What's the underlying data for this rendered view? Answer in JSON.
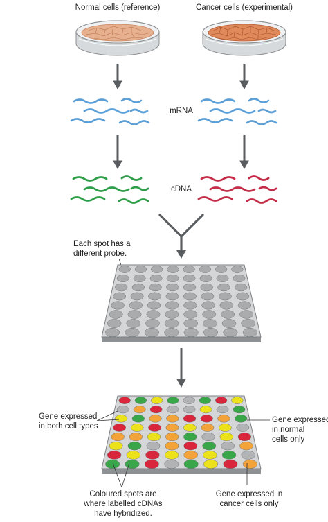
{
  "labels": {
    "normal_cells": "Normal cells (reference)",
    "cancer_cells": "Cancer cells (experimental)",
    "mrna": "mRNA",
    "cdna": "cDNA",
    "probe_line1": "Each spot has a",
    "probe_line2": "different probe.",
    "both_line1": "Gene expressed",
    "both_line2": "in both cell types",
    "normal_only_line1": "Gene expressed",
    "normal_only_line2": "in normal",
    "normal_only_line3": "cells only",
    "coloured_line1": "Coloured spots are",
    "coloured_line2": "where labelled cDNAs",
    "coloured_line3": "have hybridized.",
    "cancer_only_line1": "Gene expressed in",
    "cancer_only_line2": "cancer cells only"
  },
  "colors": {
    "mrna_strand": "#5b9fd6",
    "normal_cdna": "#2e9e48",
    "cancer_cdna": "#c42b47",
    "dish_normal_cells": "#e7b08f",
    "dish_cancer_cells": "#e08a5c",
    "chip_top": "#d4d6d8",
    "chip_spot_gray": "#a9abad",
    "arrow": "#5a5d60"
  },
  "microarray": {
    "rows": [
      [
        "red",
        "green",
        "yellow",
        "green",
        "gray",
        "green",
        "red",
        "yellow"
      ],
      [
        "gray",
        "orange",
        "red",
        "gray",
        "gray",
        "yellow",
        "gray",
        "green"
      ],
      [
        "yellow",
        "green",
        "orange",
        "orange",
        "red",
        "red",
        "orange",
        "green"
      ],
      [
        "red",
        "yellow",
        "red",
        "orange",
        "yellow",
        "orange",
        "yellow",
        "gray"
      ],
      [
        "orange",
        "orange",
        "yellow",
        "orange",
        "green",
        "gray",
        "yellow",
        "red"
      ],
      [
        "yellow",
        "green",
        "gray",
        "orange",
        "red",
        "green",
        "gray",
        "orange"
      ],
      [
        "red",
        "yellow",
        "red",
        "yellow",
        "orange",
        "yellow",
        "green",
        "gray"
      ],
      [
        "green",
        "green",
        "red",
        "gray",
        "green",
        "yellow",
        "red",
        "orange"
      ]
    ],
    "spot_colors": {
      "red": "#d9263d",
      "green": "#3aa64a",
      "yellow": "#ece21c",
      "orange": "#f2a43a",
      "gray": "#b1b3b5"
    }
  }
}
